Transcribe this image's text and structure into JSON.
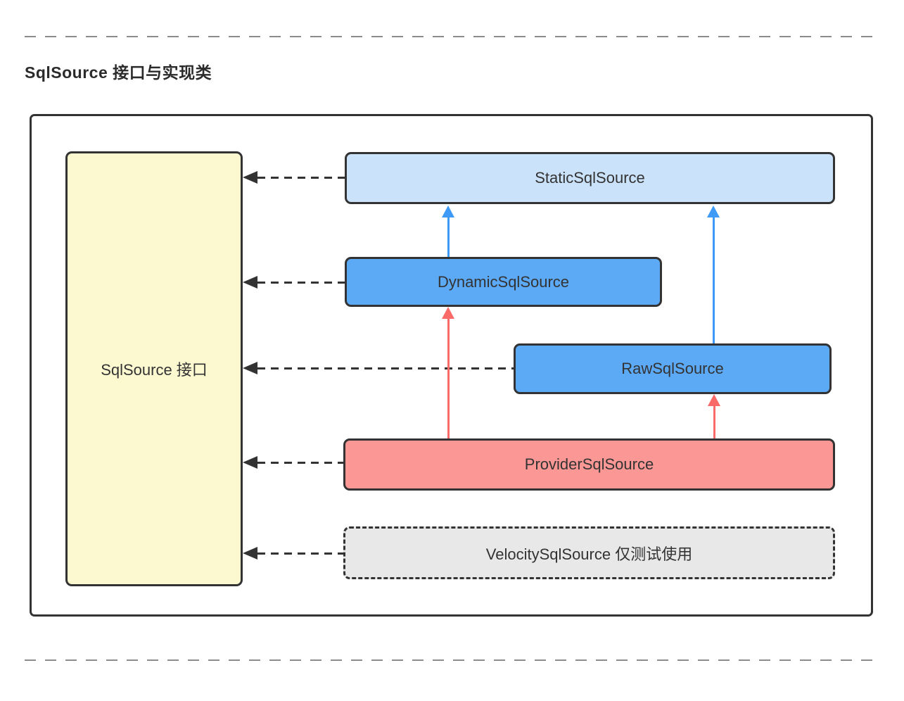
{
  "title": "SqlSource 接口与实现类",
  "diagram": {
    "interface": {
      "label": "SqlSource 接口",
      "fill": "#fcf9d0"
    },
    "nodes": [
      {
        "label": "StaticSqlSource",
        "fill": "#cbe2fb",
        "border_style": "solid"
      },
      {
        "label": "DynamicSqlSource",
        "fill": "#5caaf6",
        "border_style": "solid"
      },
      {
        "label": "RawSqlSource",
        "fill": "#5caaf6",
        "border_style": "solid"
      },
      {
        "label": "ProviderSqlSource",
        "fill": "#fb9795",
        "border_style": "solid"
      },
      {
        "label": "VelocitySqlSource 仅测试使用",
        "fill": "#e8e8e8",
        "border_style": "dashed"
      }
    ],
    "edges": [
      {
        "from": "StaticSqlSource",
        "to": "SqlSource 接口",
        "type": "dashed-arrow",
        "color": "#333333"
      },
      {
        "from": "DynamicSqlSource",
        "to": "SqlSource 接口",
        "type": "dashed-arrow",
        "color": "#333333"
      },
      {
        "from": "RawSqlSource",
        "to": "SqlSource 接口",
        "type": "dashed-arrow",
        "color": "#333333"
      },
      {
        "from": "ProviderSqlSource",
        "to": "SqlSource 接口",
        "type": "dashed-arrow",
        "color": "#333333"
      },
      {
        "from": "VelocitySqlSource 仅测试使用",
        "to": "SqlSource 接口",
        "type": "dashed-arrow",
        "color": "#333333"
      },
      {
        "from": "DynamicSqlSource",
        "to": "StaticSqlSource",
        "type": "solid-arrow",
        "color": "#3d9bf7"
      },
      {
        "from": "RawSqlSource",
        "to": "StaticSqlSource",
        "type": "solid-arrow",
        "color": "#3d9bf7"
      },
      {
        "from": "ProviderSqlSource",
        "to": "DynamicSqlSource",
        "type": "solid-arrow",
        "color": "#fa6a68"
      },
      {
        "from": "ProviderSqlSource",
        "to": "RawSqlSource",
        "type": "solid-arrow",
        "color": "#fa6a68"
      }
    ],
    "colors": {
      "node_border": "#333333",
      "separator": "#8c8c8c",
      "arrow_blue": "#3d9bf7",
      "arrow_red": "#fa6a68"
    }
  }
}
